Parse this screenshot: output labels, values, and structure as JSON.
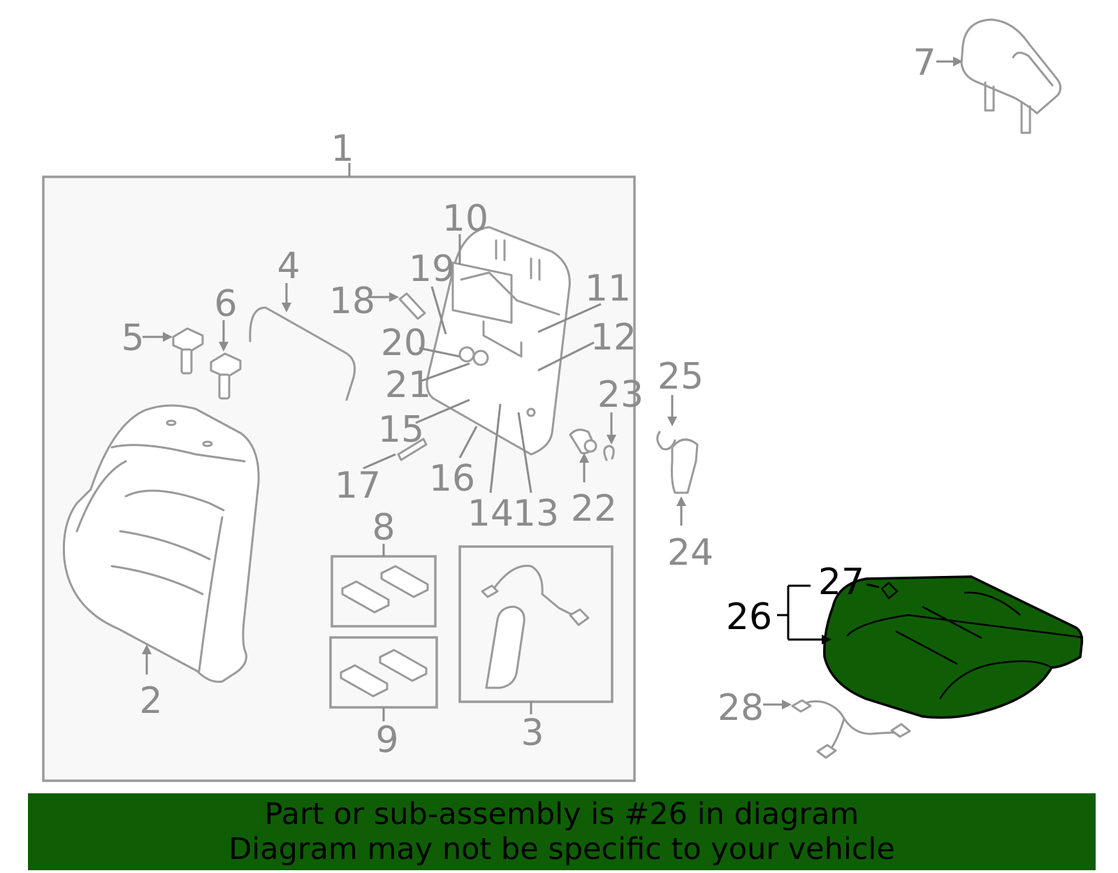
{
  "diagram": {
    "highlight_color": "#0f5e05",
    "highlighted_part": "26",
    "callouts": [
      "1",
      "2",
      "3",
      "4",
      "5",
      "6",
      "7",
      "8",
      "9",
      "10",
      "11",
      "12",
      "13",
      "14",
      "15",
      "16",
      "17",
      "18",
      "19",
      "20",
      "21",
      "22",
      "23",
      "24",
      "25",
      "26",
      "27",
      "28"
    ]
  },
  "banner": {
    "line1": "Part or sub-assembly is #26 in diagram",
    "line2": "Diagram may not be specific to your vehicle",
    "background": "#0f5e05"
  }
}
